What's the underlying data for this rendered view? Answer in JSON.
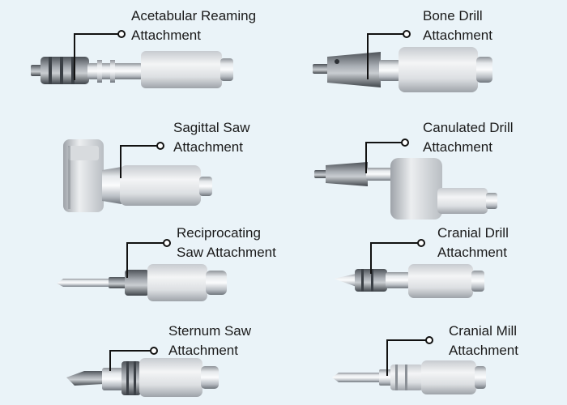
{
  "labels": [
    {
      "id": "acetabular",
      "lines": [
        "Acetabular Reaming",
        "Attachment"
      ]
    },
    {
      "id": "bone-drill",
      "lines": [
        "Bone Drill",
        "Attachment"
      ]
    },
    {
      "id": "sagittal",
      "lines": [
        "Sagittal Saw",
        "Attachment"
      ]
    },
    {
      "id": "canulated",
      "lines": [
        "Canulated Drill",
        "Attachment"
      ]
    },
    {
      "id": "reciprocating",
      "lines": [
        "Reciprocating",
        "Saw Attachment"
      ]
    },
    {
      "id": "cranial-drill",
      "lines": [
        "Cranial Drill",
        "Attachment"
      ]
    },
    {
      "id": "sternum",
      "lines": [
        "Sternum Saw",
        "Attachment"
      ]
    },
    {
      "id": "cranial-mill",
      "lines": [
        "Cranial Mill",
        "Attachment"
      ]
    }
  ]
}
